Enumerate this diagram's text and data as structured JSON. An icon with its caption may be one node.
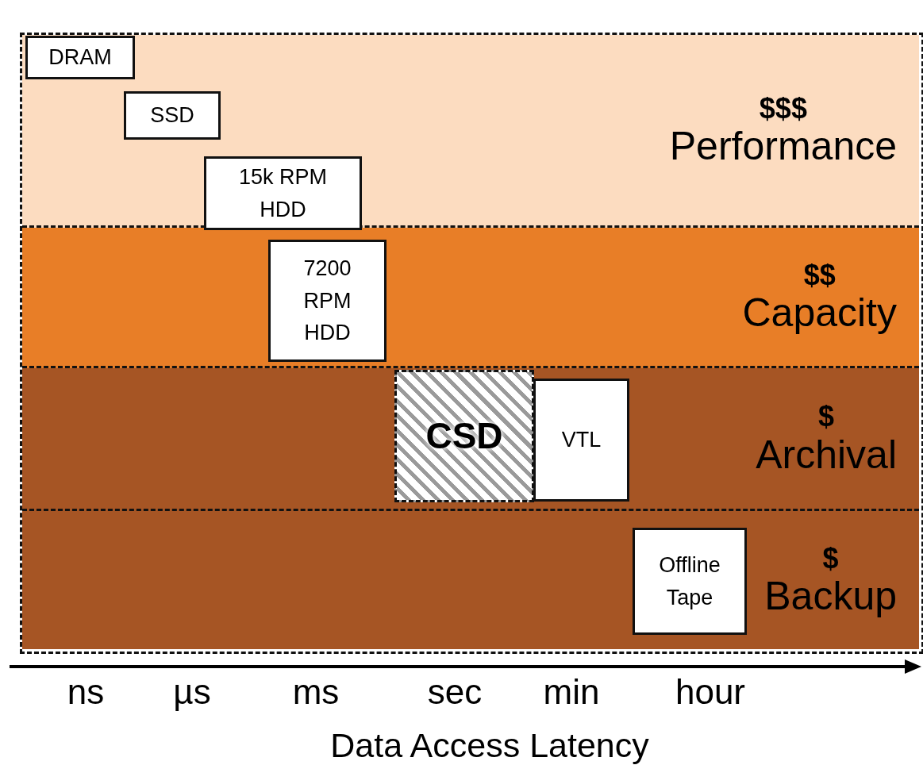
{
  "diagram": {
    "nodes": [
      {
        "text": [
          "$$$",
          "Performance"
        ]
      },
      {
        "text": [
          "DRAM"
        ],
        "in": 0
      },
      {
        "text": [
          "SSD"
        ],
        "in": 0
      },
      {
        "text": [
          "15k RPM HDD"
        ],
        "in": 0
      },
      {
        "text": [
          "$$",
          "Capacity"
        ]
      },
      {
        "text": [
          "7200 RPM HDD"
        ],
        "in": 4
      },
      {
        "text": [
          "$",
          "Archival"
        ]
      },
      {
        "text": [
          "CSD"
        ],
        "in": 6
      },
      {
        "text": [
          "VTL"
        ],
        "in": 6
      },
      {
        "text": [
          "$",
          "Backup"
        ]
      },
      {
        "text": [
          "Offline Tape"
        ],
        "in": 9
      }
    ],
    "labels": [
      "ns",
      "µs",
      "ms",
      "sec",
      "min",
      "hour",
      "Data Access Latency"
    ]
  }
}
